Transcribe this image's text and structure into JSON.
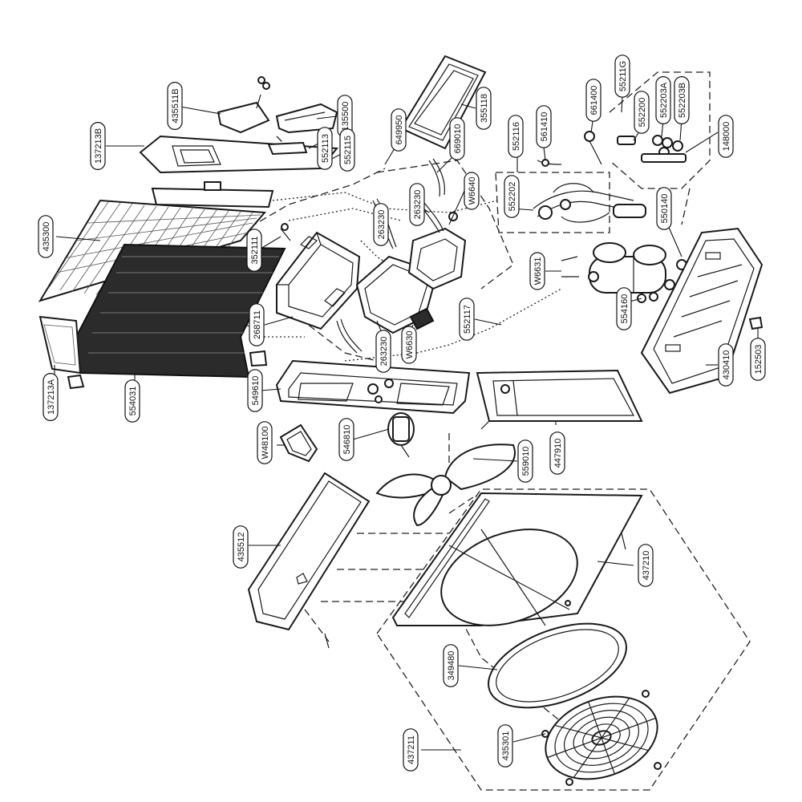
{
  "parts": [
    {
      "id": "p135500",
      "text": "135500"
    },
    {
      "id": "p435511B",
      "text": "435511B"
    },
    {
      "id": "p137213B",
      "text": "137213B"
    },
    {
      "id": "p552113",
      "text": "552113"
    },
    {
      "id": "p552115",
      "text": "552115"
    },
    {
      "id": "p649950",
      "text": "649950"
    },
    {
      "id": "p355118",
      "text": "355118"
    },
    {
      "id": "p669010",
      "text": "669010"
    },
    {
      "id": "p552116",
      "text": "552116"
    },
    {
      "id": "p561410",
      "text": "561410"
    },
    {
      "id": "p661400",
      "text": "661400"
    },
    {
      "id": "p55211G",
      "text": "55211G"
    },
    {
      "id": "p552200",
      "text": "552200"
    },
    {
      "id": "p552203A",
      "text": "552203A"
    },
    {
      "id": "p552203B",
      "text": "552203B"
    },
    {
      "id": "p148000",
      "text": "148000"
    },
    {
      "id": "p435300",
      "text": "435300"
    },
    {
      "id": "p352111",
      "text": "352111"
    },
    {
      "id": "p263230a",
      "text": "263230"
    },
    {
      "id": "p263230b",
      "text": "263230"
    },
    {
      "id": "pW6640",
      "text": "W6640"
    },
    {
      "id": "p552202",
      "text": "552202"
    },
    {
      "id": "p550140",
      "text": "550140"
    },
    {
      "id": "pW6631",
      "text": "W6631"
    },
    {
      "id": "p268711",
      "text": "268711"
    },
    {
      "id": "p263230c",
      "text": "263230"
    },
    {
      "id": "pW6630",
      "text": "W6630"
    },
    {
      "id": "p552117",
      "text": "552117"
    },
    {
      "id": "p554160",
      "text": "554160"
    },
    {
      "id": "p430410",
      "text": "430410"
    },
    {
      "id": "p152503",
      "text": "152503"
    },
    {
      "id": "p137213A",
      "text": "137213A"
    },
    {
      "id": "p554031",
      "text": "554031"
    },
    {
      "id": "p549610",
      "text": "549610"
    },
    {
      "id": "pW48100",
      "text": "W48100"
    },
    {
      "id": "p546810",
      "text": "546810"
    },
    {
      "id": "p559010",
      "text": "559010"
    },
    {
      "id": "p447910",
      "text": "447910"
    },
    {
      "id": "p435512",
      "text": "435512"
    },
    {
      "id": "p437210",
      "text": "437210"
    },
    {
      "id": "p349480",
      "text": "349480"
    },
    {
      "id": "p435301",
      "text": "435301"
    },
    {
      "id": "p437211",
      "text": "437211"
    }
  ]
}
